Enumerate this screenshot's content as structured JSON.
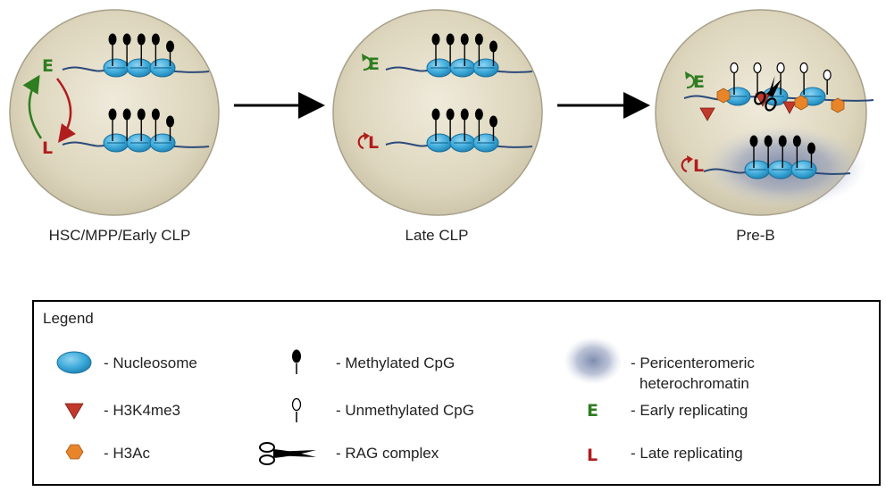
{
  "stages": [
    {
      "label": "HSC/MPP/Early CLP"
    },
    {
      "label": "Late CLP"
    },
    {
      "label": "Pre-B"
    }
  ],
  "replication_marks": {
    "early": "E",
    "late": "L"
  },
  "legend": {
    "title": "Legend",
    "items": {
      "nucleosome": "- Nucleosome",
      "h3k4me3": "- H3K4me3",
      "h3ac": "- H3Ac",
      "methylated_cpg": "- Methylated CpG",
      "unmethylated_cpg": "- Unmethylated CpG",
      "rag_complex": "- RAG complex",
      "pericentromeric_1": "- Pericenteromeric",
      "pericentromeric_2": "heterochromatin",
      "early_replicating": "- Early replicating",
      "late_replicating": "- Late replicating"
    },
    "letters": {
      "early": "E",
      "late": "L"
    }
  },
  "colors": {
    "cell_fill": "#ddd8c2",
    "cell_edge": "#b6b098",
    "nucleosome": "#3aa8d8",
    "nucleosome_dark": "#1b6f99",
    "dna": "#2c4a7a",
    "early": "#2e7d20",
    "late": "#b01d1d",
    "h3k4me3": "#c0392b",
    "h3ac": "#e8842a",
    "heterochromatin": "#6f7ea6"
  }
}
